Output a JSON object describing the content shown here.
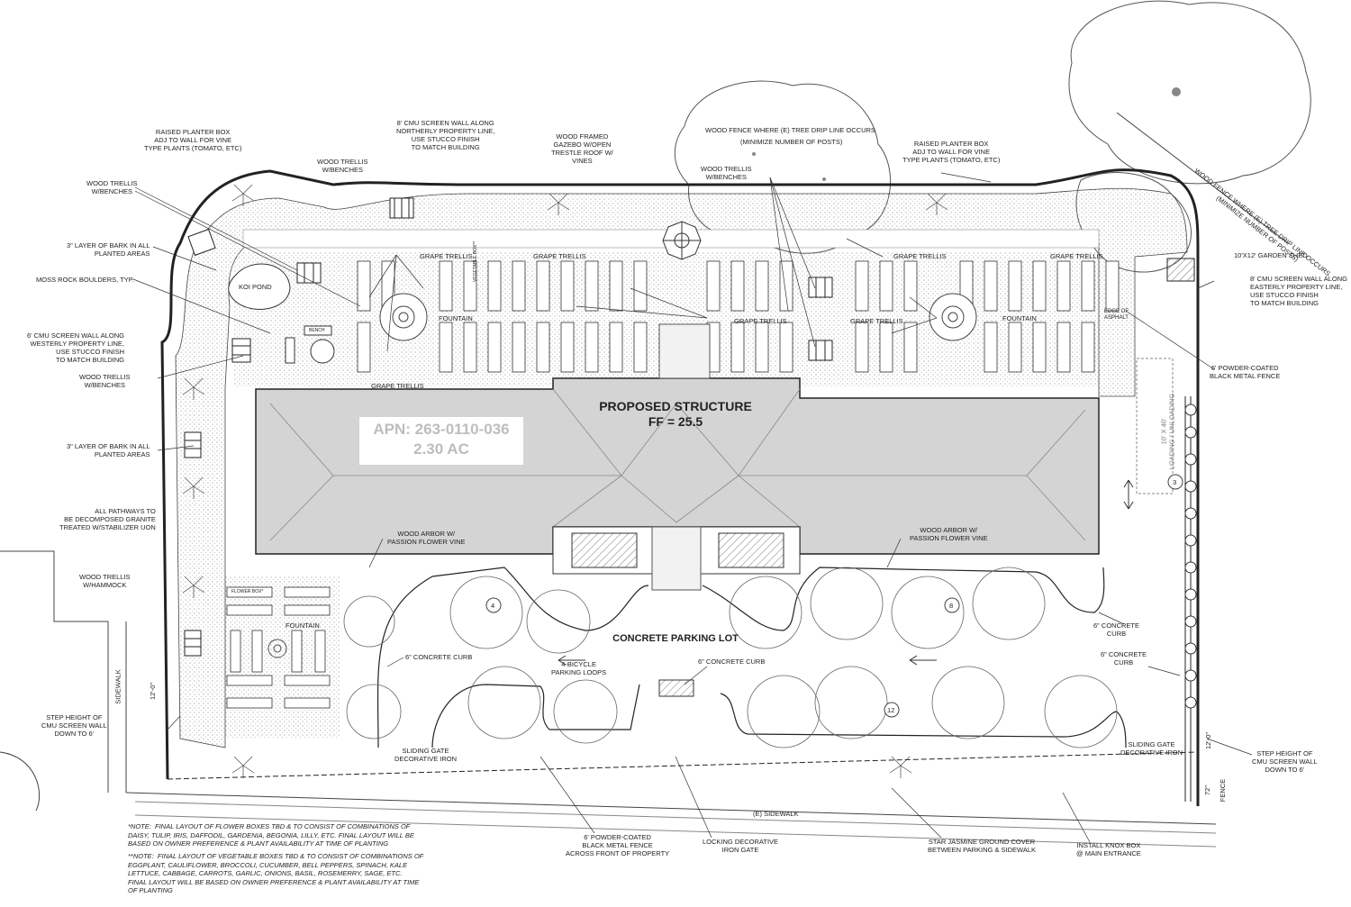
{
  "structure": {
    "line1": "PROPOSED STRUCTURE",
    "line2": "FF = 25.5"
  },
  "apn": {
    "line1": "APN:  263-0110-036",
    "line2": "2.30 AC"
  },
  "parking": "CONCRETE PARKING LOT",
  "box_flower": "FLOWER BOX*",
  "box_vegetable": "VEGETABLE BOX**",
  "bench": "BENCH",
  "labels": {
    "raised_planter_w": "RAISED PLANTER BOX\nADJ TO WALL FOR VINE\nTYPE PLANTS (TOMATO, ETC)",
    "cmu_north": "8' CMU SCREEN WALL ALONG\nNORTHERLY PROPERTY LINE,\nUSE STUCCO FINISH\nTO MATCH BUILDING",
    "gazebo": "WOOD FRAMED\nGAZEBO W/OPEN\nTRESTLE ROOF W/\nVINES",
    "fence_drip": "WOOD FENCE WHERE (E) TREE DRIP LINE OCCURS",
    "min_posts": "(MINIMIZE NUMBER OF POSTS)",
    "raised_planter_e": "RAISED PLANTER BOX\nADJ TO WALL FOR VINE\nTYPE PLANTS (TOMATO, ETC)",
    "fence_drip_diag": "WOOD FENCE WHERE (E) TREE DRIP LINE OCCURS\n(MINIMIZE NUMBER OF POSTS)",
    "trellis_benches_nw": "WOOD TRELLIS\nW/BENCHES",
    "trellis_benches_top": "WOOD TRELLIS\nW/BENCHES",
    "trellis_benches_mid": "WOOD TRELLIS\nW/BENCHES",
    "bark_1": "3\" LAYER OF BARK IN ALL\nPLANTED AREAS",
    "moss_rock": "MOSS ROCK BOULDERS, TYP.",
    "koi_pond": "KOI POND",
    "cmu_west": "6' CMU SCREEN WALL ALONG\nWESTERLY PROPERTY LINE,\nUSE STUCCO FINISH\nTO MATCH BUILDING",
    "trellis_benches_w": "WOOD TRELLIS\nW/BENCHES",
    "bark_2": "3\" LAYER OF BARK IN ALL\nPLANTED AREAS",
    "pathways": "ALL PATHWAYS TO\nBE DECOMPOSED GRANITE\nTREATED W/STABILIZER UON",
    "hammock": "WOOD TRELLIS\nW/HAMMOCK",
    "grape_1": "GRAPE TRELLIS",
    "grape_2": "GRAPE TRELLIS",
    "grape_3": "GRAPE TRELLIS",
    "grape_4": "GRAPE TRELLIS",
    "grape_5": "GRAPE TRELLIS",
    "grape_6": "GRAPE TRELLIS",
    "grape_7": "GRAPE TRELLIS",
    "fountain_1": "FOUNTAIN",
    "fountain_2": "FOUNTAIN",
    "fountain_3": "FOUNTAIN",
    "garden_shed": "10'x12' GARDEN SHED",
    "cmu_east": "8' CMU SCREEN WALL ALONG\nEASTERLY PROPERTY LINE,\nUSE STUCCO FINISH\nTO MATCH BUILDING",
    "asphalt": "EDGE OF\nASPHALT",
    "powder_fence_e": "6' POWDER-COATED\nBLACK METAL FENCE",
    "loading": "10' x 40'\nLOADING / UNLOADING",
    "arbor_w": "WOOD ARBOR W/\nPASSION FLOWER VINE",
    "arbor_e": "WOOD ARBOR W/\nPASSION FLOWER VINE",
    "curb_w": "6\" CONCRETE CURB",
    "bike": "4-BICYCLE\nPARKING LOOPS",
    "curb_mid": "6\" CONCRETE CURB",
    "curb_e1": "6\" CONCRETE\nCURB",
    "curb_e2": "6\" CONCRETE\nCURB",
    "sidewalk_w": "SIDEWALK",
    "dim_12": "12'-0\"",
    "step_w": "STEP HEIGHT OF\nCMU SCREEN WALL\nDOWN TO 6'",
    "gate_w": "SLIDING GATE\nDECORATIVE IRON",
    "gate_e": "SLIDING GATE\nDECORATIVE IRON",
    "step_e": "STEP HEIGHT OF\nCMU SCREEN WALL\nDOWN TO 6'",
    "dim_12_e": "12'-0\"",
    "dim_72": "72\"",
    "fence_v": "FENCE",
    "e_sidewalk": "(E) SIDEWALK",
    "powder_fence_s": "6' POWDER-COATED\nBLACK METAL FENCE\nACROSS FRONT OF PROPERTY",
    "locking_gate": "LOCKING DECORATIVE\nIRON GATE",
    "star_jasmine": "STAR JASMINE GROUND COVER\nBETWEEN PARKING & SIDEWALK",
    "knox": "INSTALL KNOX BOX\n@ MAIN ENTRANCE",
    "stall_4": "4",
    "stall_8": "8",
    "stall_12": "12",
    "stall_3": "3"
  },
  "notes": {
    "flower": "*NOTE:  FINAL LAYOUT OF FLOWER BOXES TBD & TO CONSIST OF COMBINATIONS OF\nDAISY, TULIP, IRIS, DAFFODIL, GARDENIA, BEGONIA, LILLY, ETC. FINAL LAYOUT WILL BE\nBASED ON OWNER PREFERENCE & PLANT AVAILABILITY AT TIME OF PLANTING",
    "vegetable": "**NOTE:  FINAL LAYOUT OF VEGETABLE BOXES TBD & TO CONSIST OF COMBINATIONS OF\nEGGPLANT, CAULIFLOWER, BROCCOLI, CUCUMBER, BELL PEPPERS, SPINACH, KALE\nLETTUCE, CABBAGE, CARROTS, GARLIC, ONIONS, BASIL, ROSEMERRY, SAGE, ETC.\nFINAL LAYOUT WILL BE BASED ON OWNER PREFERENCE & PLANT AVAILABILITY AT TIME\nOF PLANTING"
  },
  "colors": {
    "building": "#d4d4d4",
    "line": "#222222",
    "gravel": "#9a9a9a"
  }
}
